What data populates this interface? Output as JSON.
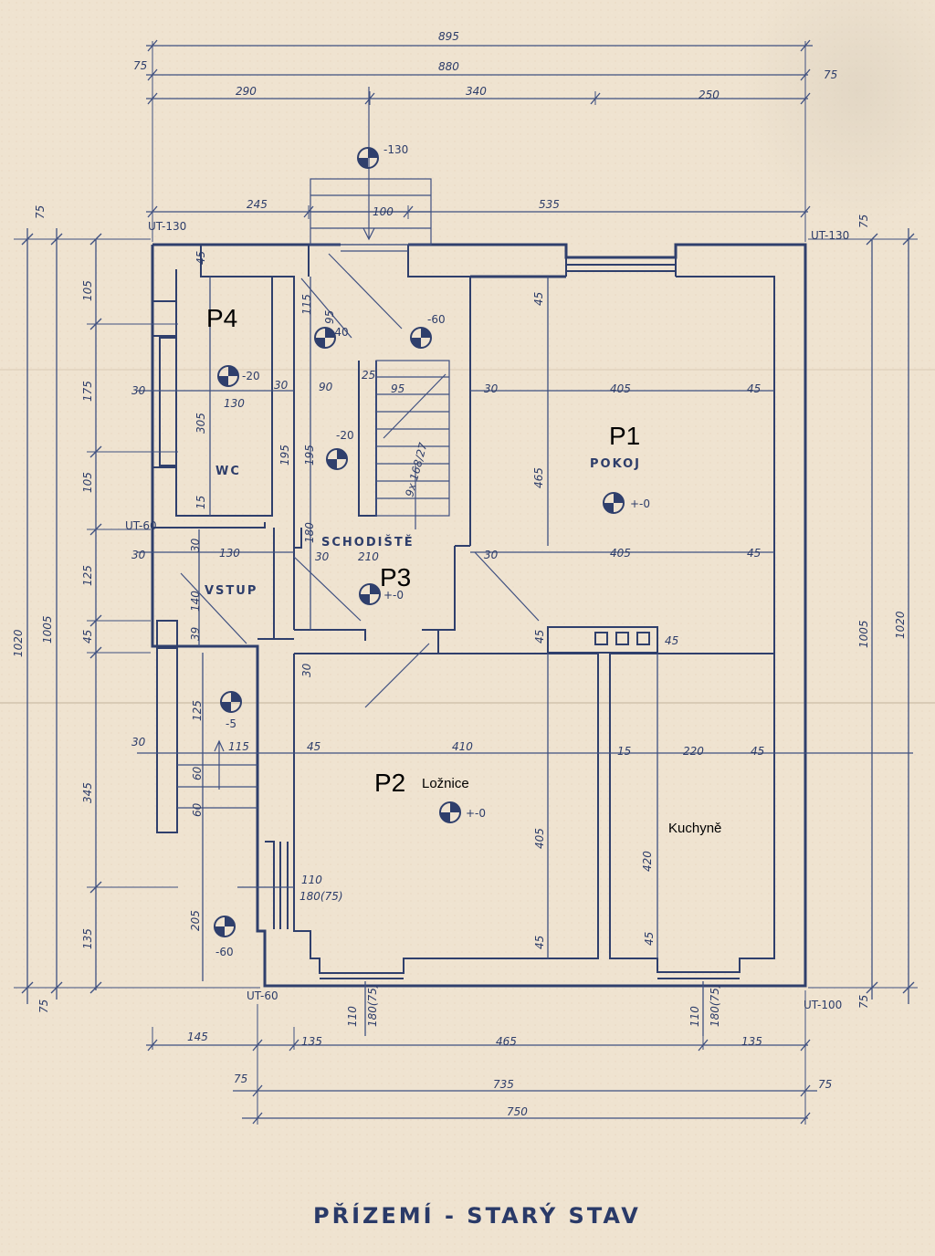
{
  "title": "PŘÍZEMÍ - STARÝ STAV",
  "rooms": {
    "p1": {
      "code": "P1",
      "name": "POKOJ",
      "level": "+-0"
    },
    "p2": {
      "code": "P2",
      "name": "Ložnice",
      "level": "+-0"
    },
    "p3": {
      "code": "P3",
      "name": "SCHODIŠTĚ",
      "level": "+-0"
    },
    "p4": {
      "code": "P4",
      "name": "WC",
      "level": "-20"
    },
    "vstup": {
      "name": "VSTUP",
      "level": "-5"
    },
    "kuchyne": {
      "name": "Kuchyně"
    }
  },
  "levels": {
    "top_entry": "-130",
    "stair_upper": "-40",
    "stair_landing": "-60",
    "stair_mid": "-20",
    "bottom_left": "-60",
    "ut_nw": "UT-130",
    "ut_ne": "UT-130",
    "ut_w": "UT-60",
    "ut_sw": "UT-60",
    "ut_se": "UT-100"
  },
  "dims": {
    "top_total": "895",
    "top_inner": "880",
    "top_left_75": "75",
    "top_right_75": "75",
    "top_seg1": "290",
    "top_seg2": "340",
    "top_seg3": "250",
    "top2_seg1": "245",
    "top2_seg2": "100",
    "top2_seg3": "535",
    "bot_seg1": "145",
    "bot_seg2": "135",
    "bot_seg3": "465",
    "bot_seg4": "135",
    "bot_total1": "735",
    "bot_total2": "750",
    "bot_left_75": "75",
    "bot_right_75": "75",
    "left_total": "1020",
    "left_inner": "1005",
    "left_top75": "75",
    "left_bot75": "75",
    "left_s1": "105",
    "left_s2": "175",
    "left_s3": "105",
    "left_s4": "125",
    "left_s5": "45",
    "left_s6": "345",
    "left_s7": "135",
    "right_total": "1020",
    "right_inner": "1005",
    "right_top75": "75",
    "right_bot75": "75",
    "p1_width_top": "405",
    "p1_width_bot": "405",
    "p1_height": "465",
    "p1_wall_t": "45",
    "p1_wall_r": "45",
    "p1_wall_r2": "45",
    "p1_wall_l": "30",
    "p1_wall_l2": "30",
    "p2_width": "410",
    "p2_height": "405",
    "p2_wall_l": "45",
    "p2_wall_b": "45",
    "p2_wall_t": "45",
    "p2_wall_lt": "30",
    "kitchen_width": "220",
    "kitchen_height": "420",
    "kitchen_wall_l": "15",
    "kitchen_wall_r": "45",
    "kitchen_wall_b": "45",
    "chimney_45": "45",
    "wc_width": "130",
    "wc_height": "305",
    "wc_wall_top": "45",
    "wc_wall_b": "15",
    "wc_wall_l": "30",
    "wc_wall_r": "30",
    "stair_width": "90",
    "stair_h1": "115",
    "stair_h2": "195",
    "stair_h3": "195",
    "stair_h4": "180",
    "stair_95a": "95",
    "stair_95b": "95",
    "stair_25": "25",
    "stair_steps": "9x 168/27",
    "stair_hall_w": "210",
    "stair_hall_30a": "30",
    "stair_hall_30b": "30",
    "vstup_w": "130",
    "vstup_h": "140",
    "vstup_30": "30",
    "vstup_39": "39",
    "porch_125": "125",
    "porch_115": "115",
    "porch_60a": "60",
    "porch_60b": "60",
    "porch_30": "30",
    "porch_205": "205",
    "window_p2": "110",
    "window_p2b": "180(75)",
    "win_bot_p2a": "110",
    "win_bot_p2b": "180(75)",
    "win_bot_k1": "110",
    "win_bot_k2": "180(75)"
  }
}
